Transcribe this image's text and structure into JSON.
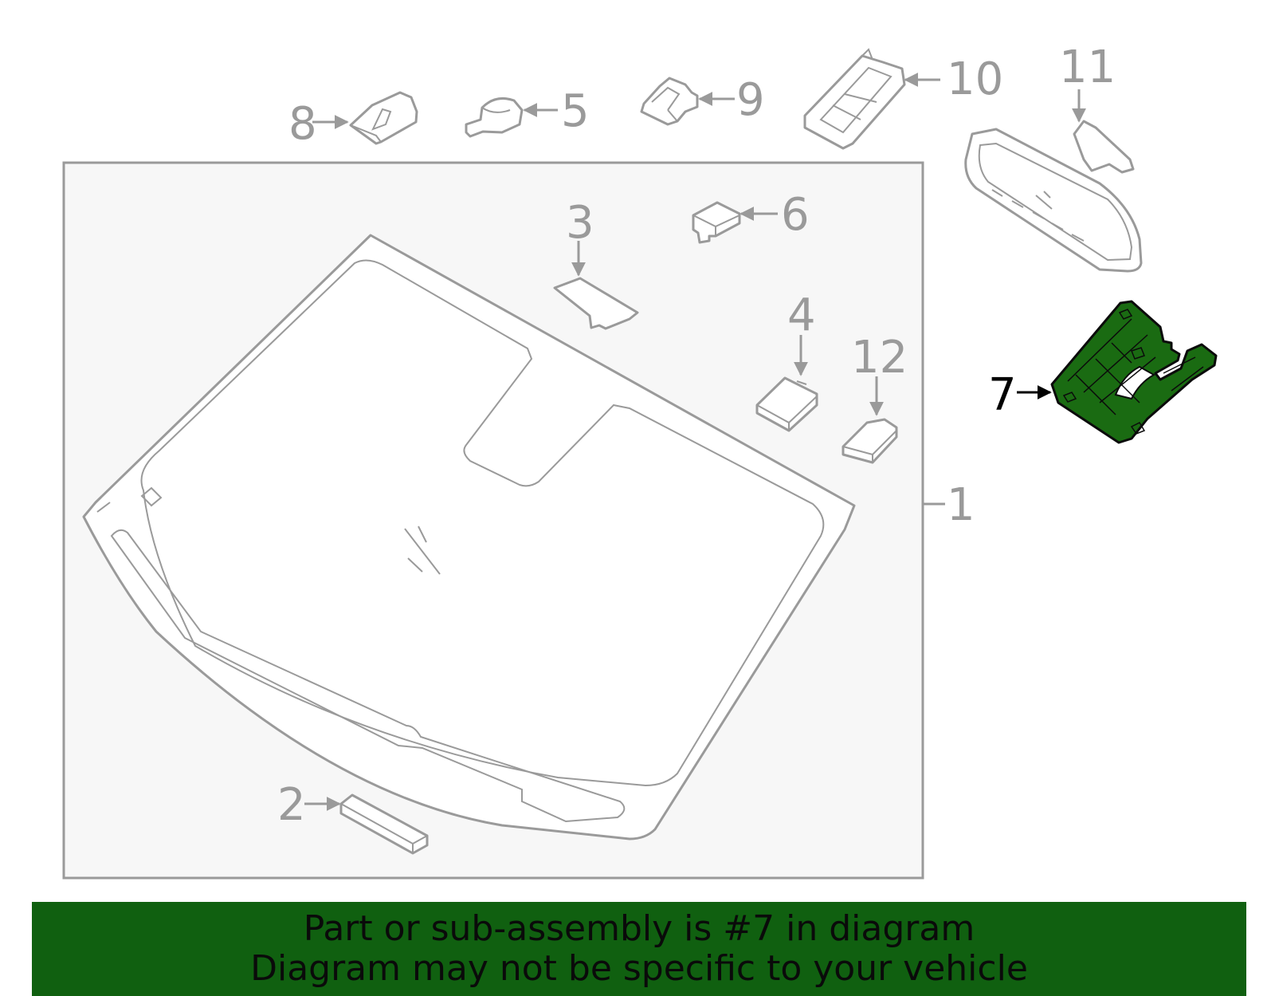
{
  "diagram": {
    "callouts": {
      "c1": "1",
      "c2": "2",
      "c3": "3",
      "c4": "4",
      "c5": "5",
      "c6": "6",
      "c7": "7",
      "c8": "8",
      "c9": "9",
      "c10": "10",
      "c11": "11",
      "c12": "12"
    },
    "highlighted_part": "7",
    "highlight_color": "#1a6b12",
    "callout_color": "#9a9a9a"
  },
  "banner": {
    "line1": "Part or sub-assembly is #7 in diagram",
    "line2": "Diagram may not be specific to your vehicle",
    "background": "#106010"
  }
}
